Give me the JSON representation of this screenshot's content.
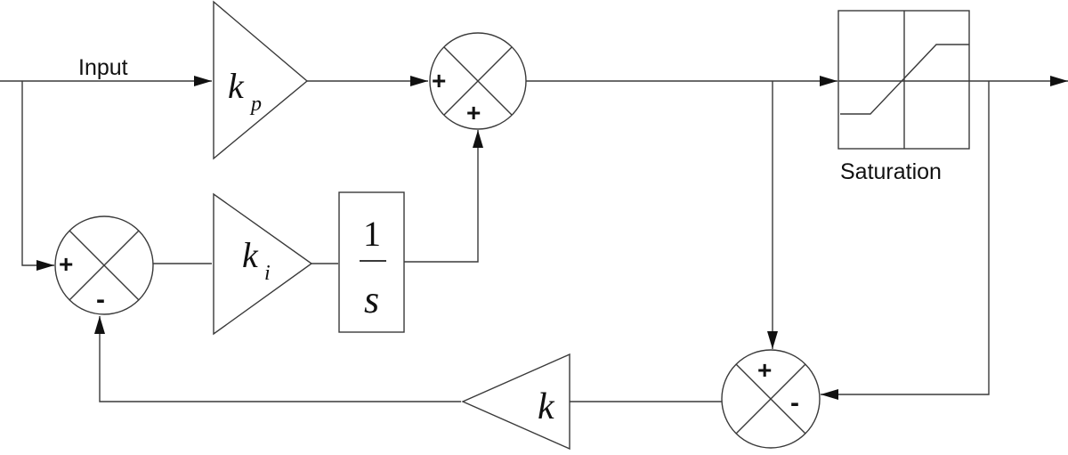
{
  "labels": {
    "input": "Input",
    "saturation": "Saturation"
  },
  "blocks": {
    "kp": {
      "symbol": "k",
      "subscript": "p"
    },
    "ki": {
      "symbol": "k",
      "subscript": "i"
    },
    "integrator": {
      "numerator": "1",
      "denominator": "s"
    },
    "k": {
      "symbol": "k"
    }
  },
  "summers": {
    "top": {
      "sign_left": "+",
      "sign_bottom": "+"
    },
    "left": {
      "sign_left": "+",
      "sign_bottom": "-"
    },
    "bottom_right": {
      "sign_top": "+",
      "sign_right": "-"
    }
  },
  "colors": {
    "line": "#3a3a3a",
    "text": "#111111",
    "background": "#ffffff"
  }
}
